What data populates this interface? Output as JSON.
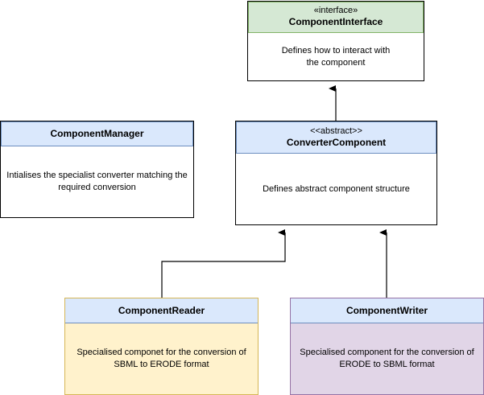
{
  "colors": {
    "interface_header": "#d5e8d4",
    "interface_border": "#82b366",
    "blue_header": "#dae8fc",
    "blue_border": "#6c8ebf",
    "reader_body": "#fff2cc",
    "reader_border": "#d6b656",
    "writer_body": "#e1d5e7",
    "writer_border": "#9673a6"
  },
  "classes": {
    "interface": {
      "stereotype": "«interface»",
      "name": "ComponentInterface",
      "description": "Defines how to interact with the component"
    },
    "converter": {
      "stereotype": "<<abstract>>",
      "name": "ConverterComponent",
      "description": "Defines abstract component structure"
    },
    "manager": {
      "name": "ComponentManager",
      "description": "Intialises the specialist converter matching the required conversion"
    },
    "reader": {
      "name": "ComponentReader",
      "description": "Specialised componet for the conversion of SBML to ERODE format"
    },
    "writer": {
      "name": "ComponentWriter",
      "description": "Specialised component for the conversion of ERODE to SBML format"
    }
  },
  "relations": [
    {
      "from": "ConverterComponent",
      "to": "ComponentInterface",
      "type": "realization"
    },
    {
      "from": "ComponentReader",
      "to": "ConverterComponent",
      "type": "inheritance"
    },
    {
      "from": "ComponentWriter",
      "to": "ConverterComponent",
      "type": "inheritance"
    }
  ]
}
